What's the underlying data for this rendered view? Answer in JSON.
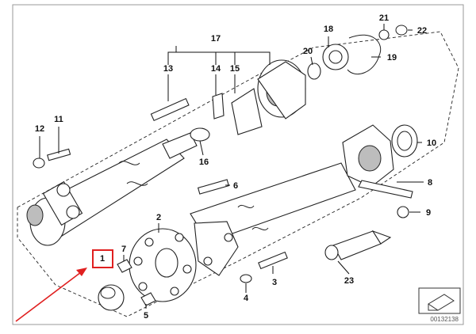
{
  "diagram": {
    "callouts": [
      {
        "id": "p1",
        "label": "1"
      },
      {
        "id": "p2",
        "label": "2"
      },
      {
        "id": "p3",
        "label": "3"
      },
      {
        "id": "p4",
        "label": "4"
      },
      {
        "id": "p5",
        "label": "5"
      },
      {
        "id": "p6",
        "label": "6"
      },
      {
        "id": "p7",
        "label": "7"
      },
      {
        "id": "p8",
        "label": "8"
      },
      {
        "id": "p9",
        "label": "9"
      },
      {
        "id": "p10",
        "label": "10"
      },
      {
        "id": "p11",
        "label": "11"
      },
      {
        "id": "p12",
        "label": "12"
      },
      {
        "id": "p13",
        "label": "13"
      },
      {
        "id": "p14",
        "label": "14"
      },
      {
        "id": "p15",
        "label": "15"
      },
      {
        "id": "p16",
        "label": "16"
      },
      {
        "id": "p17",
        "label": "17"
      },
      {
        "id": "p18",
        "label": "18"
      },
      {
        "id": "p19",
        "label": "19"
      },
      {
        "id": "p20",
        "label": "20"
      },
      {
        "id": "p21",
        "label": "21"
      },
      {
        "id": "p22",
        "label": "22"
      },
      {
        "id": "p23",
        "label": "23"
      }
    ],
    "highlighted_part": "1",
    "highlight_color": "#e02020",
    "line_color": "#222222",
    "reference_number": "00132138"
  }
}
